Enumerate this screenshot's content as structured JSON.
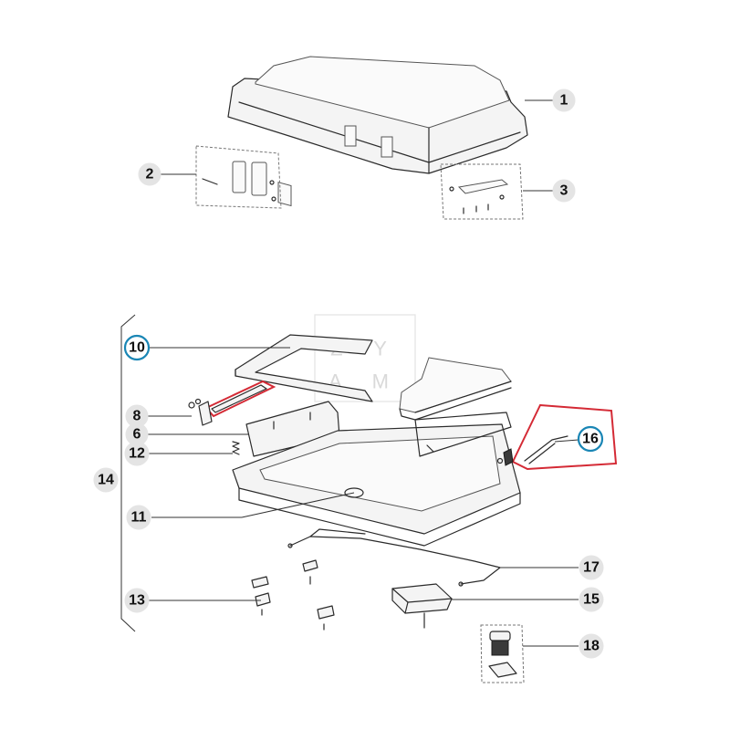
{
  "watermark": {
    "line1": "Z Y",
    "line2": "A M"
  },
  "callouts": [
    {
      "id": "1",
      "label": "1",
      "highlight": false
    },
    {
      "id": "2",
      "label": "2",
      "highlight": false
    },
    {
      "id": "3",
      "label": "3",
      "highlight": false
    },
    {
      "id": "6",
      "label": "6",
      "highlight": false
    },
    {
      "id": "8",
      "label": "8",
      "highlight": false
    },
    {
      "id": "10",
      "label": "10",
      "highlight": true
    },
    {
      "id": "11",
      "label": "11",
      "highlight": false
    },
    {
      "id": "12",
      "label": "12",
      "highlight": false
    },
    {
      "id": "13",
      "label": "13",
      "highlight": false
    },
    {
      "id": "14",
      "label": "14",
      "highlight": false
    },
    {
      "id": "15",
      "label": "15",
      "highlight": false
    },
    {
      "id": "16",
      "label": "16",
      "highlight": true
    },
    {
      "id": "17",
      "label": "17",
      "highlight": false
    },
    {
      "id": "18",
      "label": "18",
      "highlight": false
    }
  ],
  "colors": {
    "highlight_ring": "#1a86b5",
    "highlight_box": "#d42a35",
    "callout_bg": "#e4e4e4"
  }
}
